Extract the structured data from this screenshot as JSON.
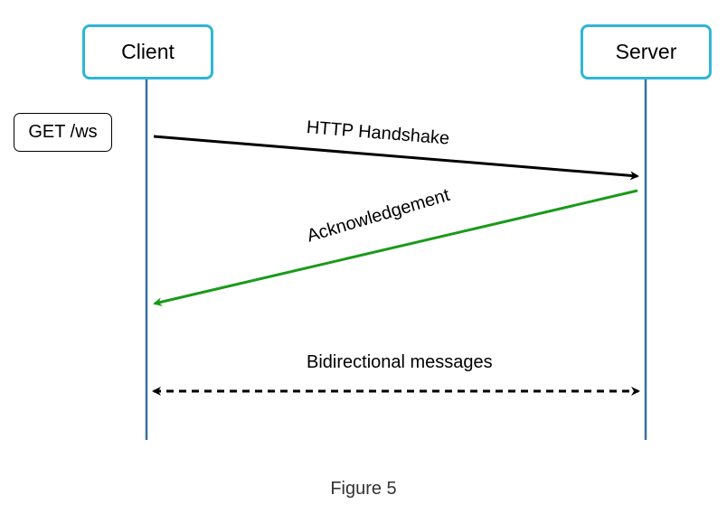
{
  "participants": {
    "client": "Client",
    "server": "Server"
  },
  "note": "GET /ws",
  "messages": {
    "handshake": "HTTP Handshake",
    "acknowledgement": "Acknowledgement",
    "bidirectional": "Bidirectional messages"
  },
  "caption": "Figure 5",
  "colors": {
    "participant_border": "#2fb5d6",
    "lifeline": "#3a6ea5",
    "handshake_arrow": "#000000",
    "ack_arrow": "#1a9a1a",
    "bidirectional_arrow": "#000000"
  }
}
